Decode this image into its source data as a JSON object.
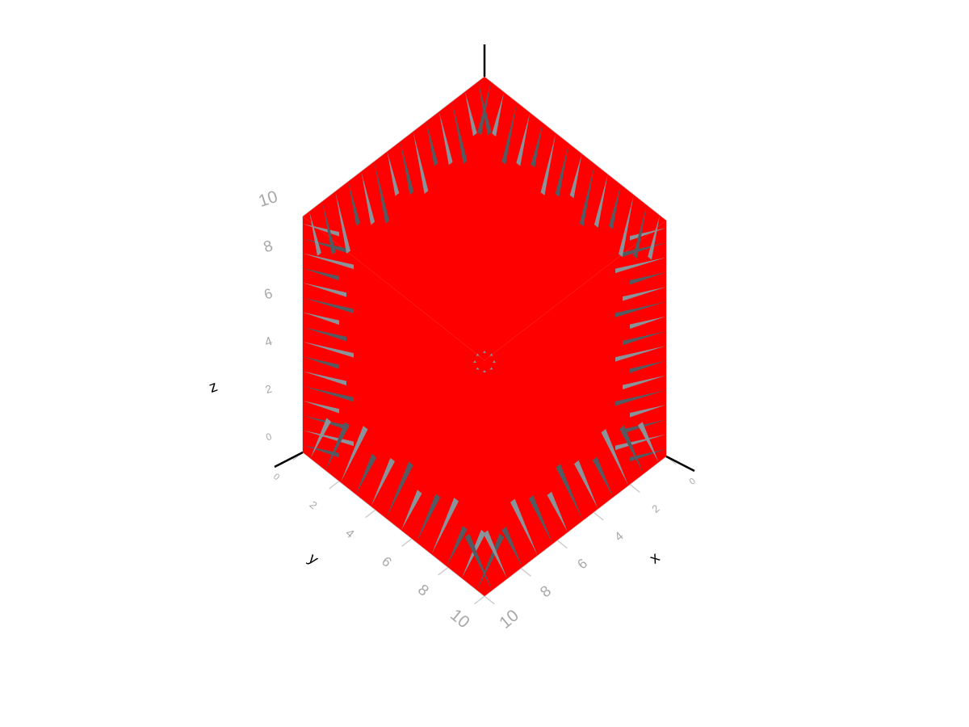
{
  "chart_data": {
    "type": "volume",
    "title": "",
    "xlabel": "x",
    "ylabel": "y",
    "zlabel": "z",
    "xlim": [
      0,
      10
    ],
    "ylim": [
      0,
      10
    ],
    "zlim": [
      0,
      10
    ],
    "xticks": [
      "0",
      "2",
      "4",
      "6",
      "8",
      "10"
    ],
    "yticks": [
      "0",
      "2",
      "4",
      "6",
      "8",
      "10"
    ],
    "zticks": [
      "0",
      "2",
      "4",
      "6",
      "8",
      "10"
    ],
    "grid": true,
    "colors": {
      "volume_fill": "#ff0000",
      "gap_shadow": "#555a60",
      "gap_shadow_light": "#8a929a",
      "grid": "#cccccc",
      "spine": "#000000",
      "tick_label": "#a8a8a8"
    },
    "shape": "filled cube of stacked voxel shells spanning 0 to 10 on every axis"
  }
}
